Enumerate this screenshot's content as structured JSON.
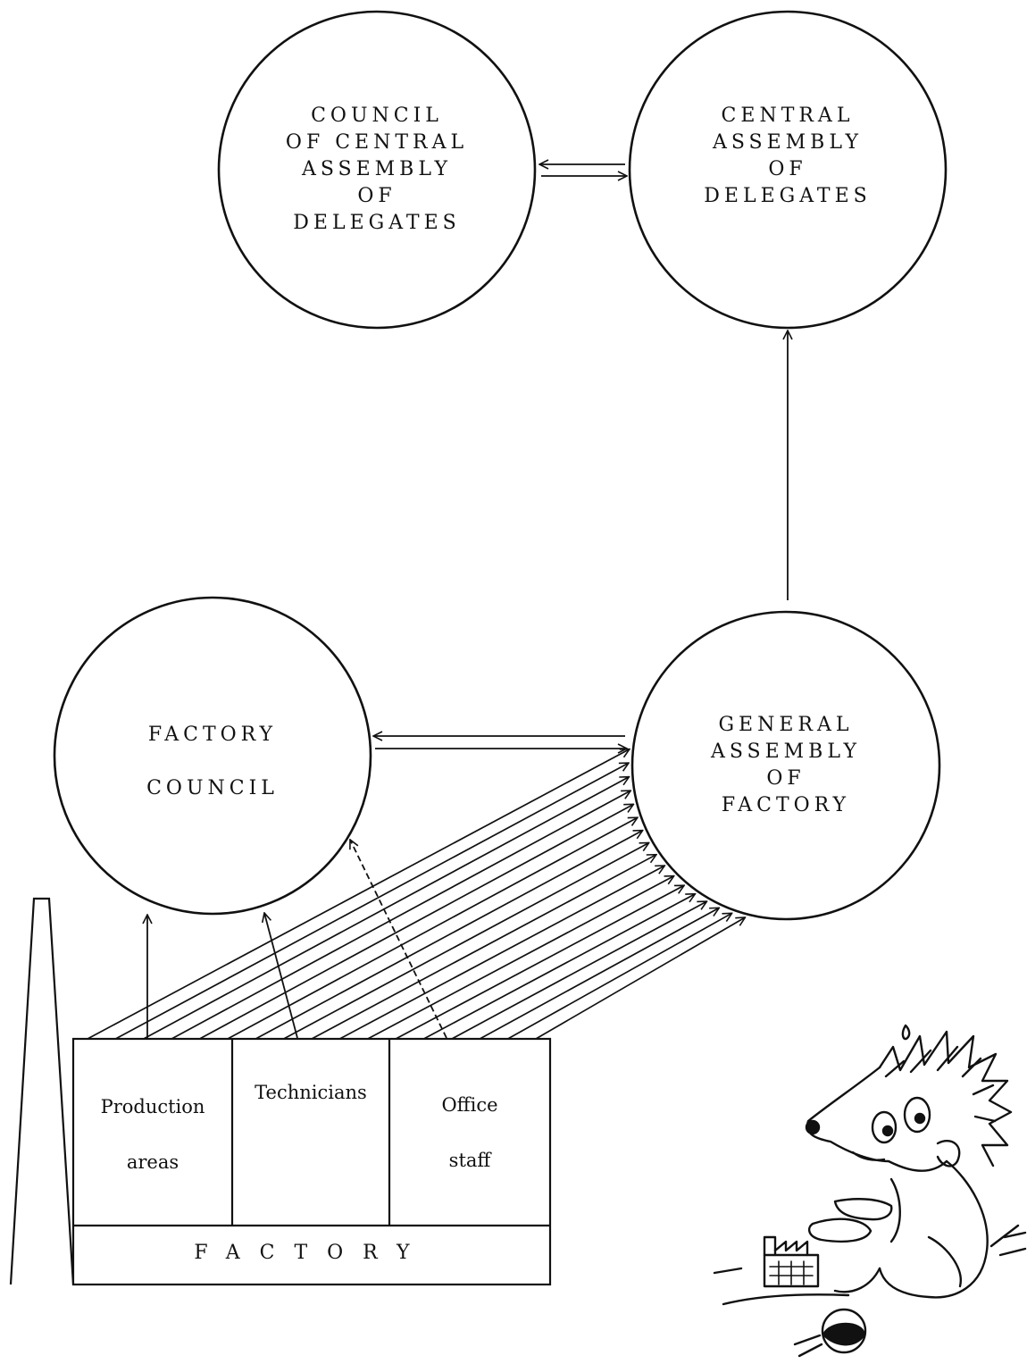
{
  "nodes": {
    "council_central": {
      "label": "COUNCIL\nOF CENTRAL\nASSEMBLY\nOF\nDELEGATES"
    },
    "central_assembly": {
      "label": "CENTRAL\nASSEMBLY\nOF\nDELEGATES"
    },
    "factory_council": {
      "label": "FACTORY\n\nCOUNCIL"
    },
    "general_assembly": {
      "label": "GENERAL\nASSEMBLY\nOF\nFACTORY"
    }
  },
  "factory": {
    "label": "FACTORY",
    "cells": [
      {
        "label": "Production\nareas"
      },
      {
        "label": "Technicians"
      },
      {
        "label": "Office\nstaff"
      }
    ]
  },
  "edges": [
    {
      "from": "council_central",
      "to": "central_assembly",
      "type": "bidirectional"
    },
    {
      "from": "general_assembly",
      "to": "central_assembly",
      "type": "directed"
    },
    {
      "from": "factory_council",
      "to": "general_assembly",
      "type": "bidirectional"
    },
    {
      "from": "Production areas",
      "to": "factory_council",
      "type": "directed"
    },
    {
      "from": "Technicians",
      "to": "factory_council",
      "type": "directed"
    },
    {
      "from": "Office staff",
      "to": "factory_council",
      "type": "directed"
    },
    {
      "from": "factory workers",
      "to": "general_assembly",
      "type": "directed",
      "count": 17
    }
  ],
  "illustration": {
    "icon": "hedgehog-icon"
  },
  "colors": {
    "ink": "#111111",
    "paper": "#ffffff"
  }
}
